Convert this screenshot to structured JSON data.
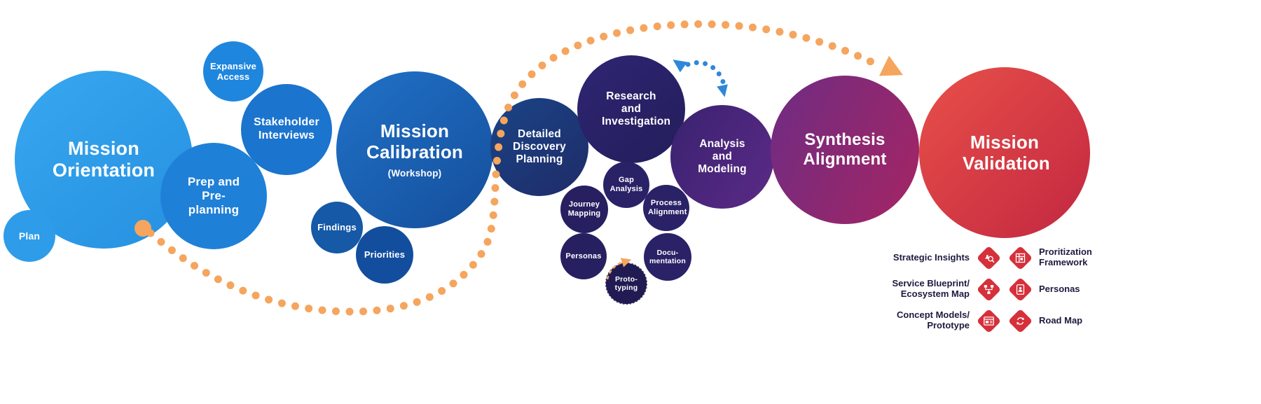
{
  "colors": {
    "orange_accent": "#F5A55E",
    "blue_accent": "#2F87D9",
    "legend_red": "#D6303B"
  },
  "bubbles": {
    "mission_orientation": {
      "label": "Mission Orientation"
    },
    "plan": {
      "label": "Plan"
    },
    "prep_preplanning": {
      "label": "Prep and Pre-planning"
    },
    "expansive_access": {
      "label": "Expansive Access"
    },
    "stakeholder_interviews": {
      "label": "Stakeholder Interviews"
    },
    "mission_calibration": {
      "label": "Mission Calibration",
      "sublabel": "(Workshop)"
    },
    "findings": {
      "label": "Findings"
    },
    "priorities": {
      "label": "Priorities"
    },
    "detailed_discovery_planning": {
      "label": "Detailed Discovery Planning"
    },
    "research_investigation": {
      "label": "Research and Investigation"
    },
    "gap_analysis": {
      "label": "Gap Analysis"
    },
    "journey_mapping": {
      "label": "Journey Mapping"
    },
    "process_alignment": {
      "label": "Process Alignment"
    },
    "personas": {
      "label": "Personas"
    },
    "documentation": {
      "label": "Docu- mentation"
    },
    "prototyping": {
      "label": "Proto- typing"
    },
    "analysis_modeling": {
      "label": "Analysis and Modeling"
    },
    "synthesis_alignment": {
      "label": "Synthesis Alignment"
    },
    "mission_validation": {
      "label": "Mission Validation"
    }
  },
  "legend": {
    "rows": [
      {
        "left": "Strategic Insights",
        "left_icon": "strategic-insights-icon",
        "right_icon": "prioritization-framework-icon",
        "right": "Proritization Framework"
      },
      {
        "left": "Service Blueprint/ Ecosystem Map",
        "left_icon": "service-blueprint-icon",
        "right_icon": "personas-icon",
        "right": "Personas"
      },
      {
        "left": "Concept Models/ Prototype",
        "left_icon": "concept-models-icon",
        "right_icon": "road-map-icon",
        "right": "Road Map"
      }
    ]
  }
}
